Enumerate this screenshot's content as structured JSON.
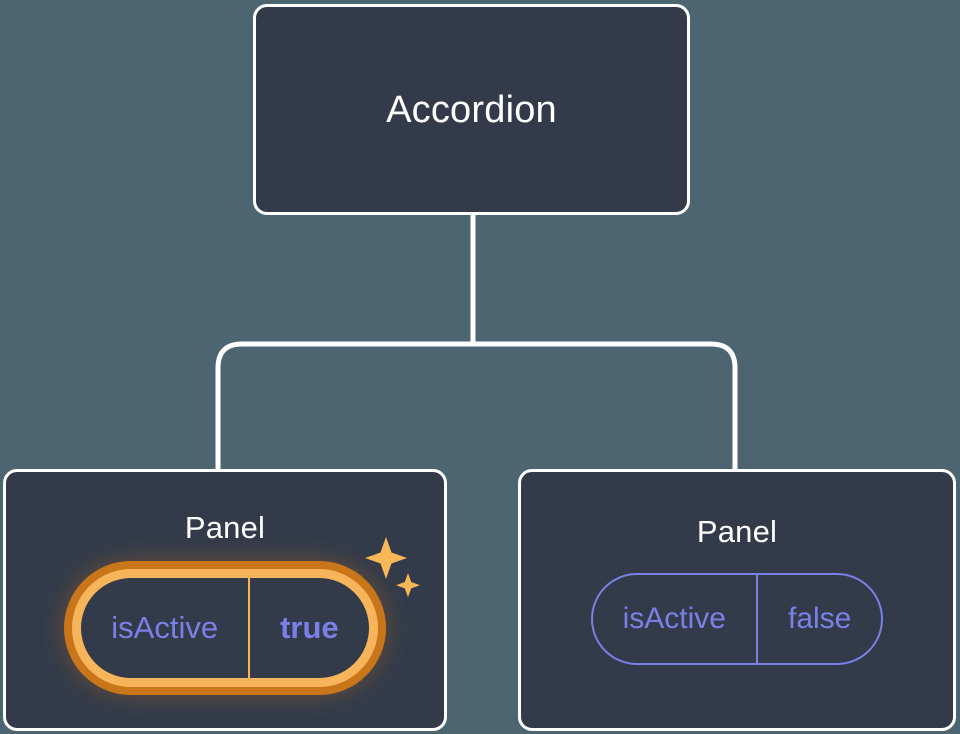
{
  "canvas": {
    "background_color": "#4c6570",
    "node_fill_color": "#333b4a",
    "node_border_color": "#ffffff",
    "connector_color": "#ffffff",
    "prop_text_color": "#7b80e8",
    "highlight_ring_inner_color": "#f8b45a",
    "highlight_ring_outer_color": "#c9751a",
    "sparkle_color": "#f9b757"
  },
  "tree": {
    "root": {
      "title": "Accordion"
    },
    "children": [
      {
        "title": "Panel",
        "highlighted": true,
        "prop": {
          "name": "isActive",
          "value": "true"
        },
        "sparkle_icon": "sparkles-icon"
      },
      {
        "title": "Panel",
        "highlighted": false,
        "prop": {
          "name": "isActive",
          "value": "false"
        }
      }
    ]
  }
}
